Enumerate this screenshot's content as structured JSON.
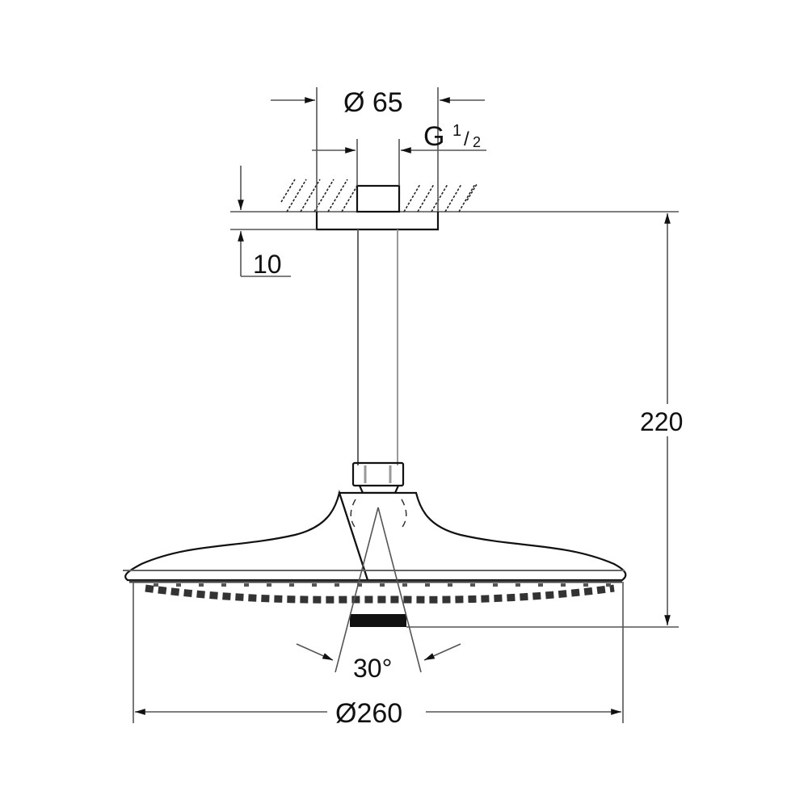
{
  "drawing": {
    "subject": "Ceiling-mounted shower head with shower arm",
    "units": "mm"
  },
  "dimensions": {
    "flange_diameter": "Ø 65",
    "thread": {
      "prefix": "G",
      "numerator": "1",
      "denominator": "2"
    },
    "flange_thickness": "10",
    "total_height": "220",
    "spray_angle": "30°",
    "head_diameter": "Ø260"
  },
  "colors": {
    "line": "#111111",
    "dimension_line": "#555555",
    "background": "#ffffff"
  }
}
